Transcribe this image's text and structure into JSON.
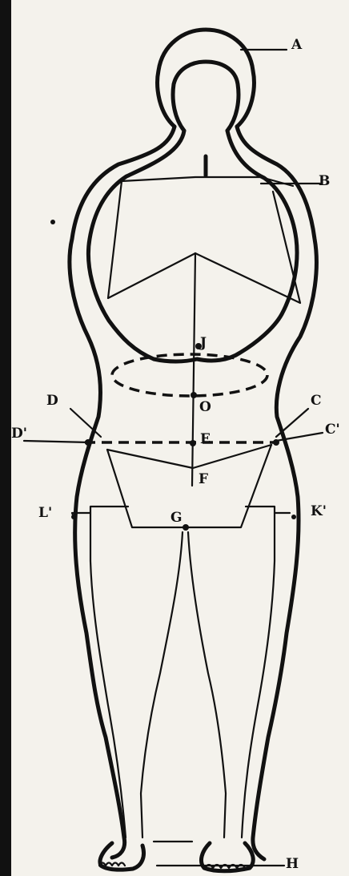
{
  "figure": {
    "labels": {
      "A": "A",
      "B": "B",
      "J": "J",
      "O": "O",
      "D": "D",
      "C": "C",
      "D_prime": "D'",
      "C_prime": "C'",
      "E": "E",
      "F": "F",
      "L_prime": "L'",
      "K_prime": "K'",
      "G": "G",
      "H": "H"
    }
  }
}
